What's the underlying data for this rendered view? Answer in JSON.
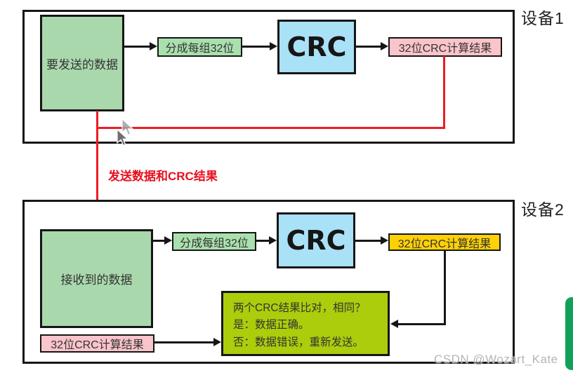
{
  "device1": {
    "label": "设备1",
    "source_box": "要发送的数据",
    "split_box": "分成每组32位",
    "crc_box": "CRC",
    "result_box": "32位CRC计算结果"
  },
  "transfer": {
    "label": "发送数据和CRC结果"
  },
  "device2": {
    "label": "设备2",
    "received_box": "接收到的数据",
    "split_box": "分成每组32位",
    "crc_box": "CRC",
    "result_box": "32位CRC计算结果",
    "received_crc_box": "32位CRC计算结果",
    "compare_box": {
      "line1": "两个CRC结果比对，相同？",
      "line2": "是：数据正确。",
      "line3": "否：数据错误，重新发送。"
    }
  },
  "watermark": "CSDN @Wozart_Kate",
  "icons": [
    "mouse-cursor-icon",
    "side-tab-handle"
  ],
  "colors": {
    "box_green": "#a9d8ac",
    "box_green_small": "#a9e0ae",
    "box_blue": "#a9e1f7",
    "box_pink": "#f9c4ca",
    "box_yellow": "#fdd105",
    "box_olive": "#accd0b",
    "line_red": "#ed1c24",
    "line_black": "#161616",
    "side_tab_green": "#12a15b",
    "watermark_gray": "#b5b5b5"
  }
}
